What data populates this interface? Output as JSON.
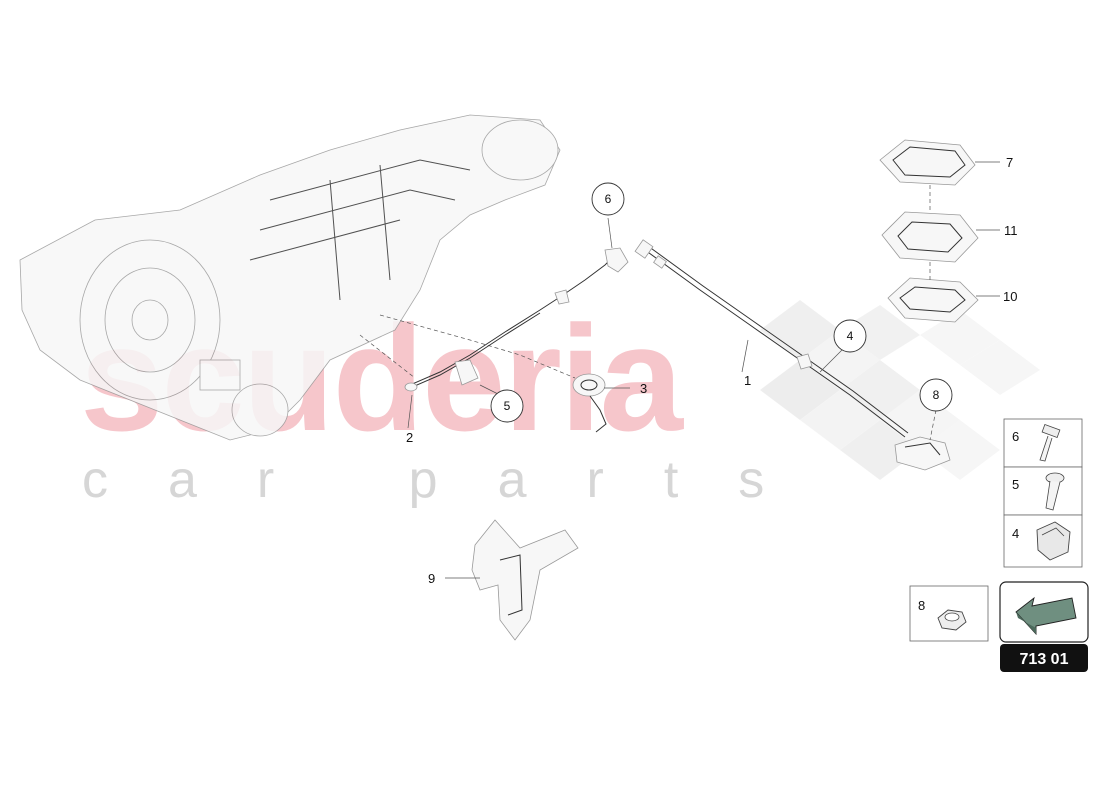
{
  "watermark": {
    "brand": "scuderia",
    "tagline": "car parts"
  },
  "callouts": {
    "c1": "1",
    "c2": "2",
    "c3": "3",
    "c7": "7",
    "c9": "9",
    "c10": "10",
    "c11": "11"
  },
  "bubbles": {
    "b4": "4",
    "b5": "5",
    "b6": "6",
    "b8": "8"
  },
  "side_parts": {
    "p6": "6",
    "p5": "5",
    "p4": "4",
    "p8": "8"
  },
  "reference": {
    "code": "713 01"
  },
  "colors": {
    "watermark_red": "#f3b3ba",
    "ref_box": "#111111",
    "arrow_green": "#6f8f80"
  }
}
